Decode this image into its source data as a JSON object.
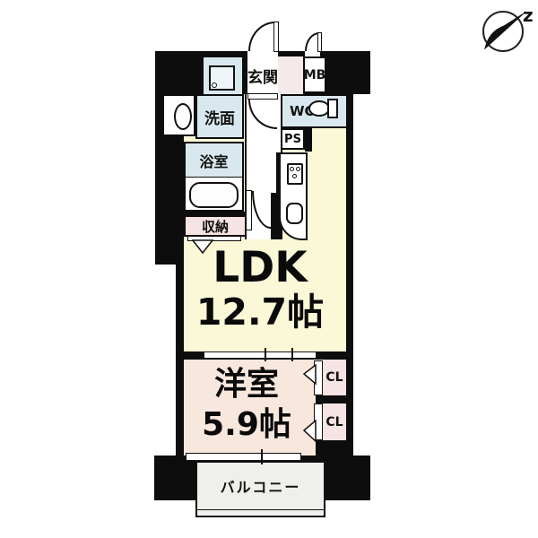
{
  "compass": {
    "direction_letter": "z"
  },
  "rooms": {
    "entrance": "玄関",
    "meter_box": "MB",
    "washroom": "洗面",
    "toilet": "WC",
    "pipe_space": "PS",
    "bathroom": "浴室",
    "storage": "収納",
    "ldk": {
      "name": "LDK",
      "area": "12.7帖"
    },
    "western_room": {
      "name": "洋室",
      "area": "5.9帖"
    },
    "closet_upper": "CL",
    "closet_lower": "CL",
    "balcony": "バルコニー"
  },
  "colors": {
    "wall": "#0d0d0d",
    "wet_area": "#d9e8ee",
    "ldk_floor": "#fbf8d8",
    "bedroom_floor": "#f8e7dd",
    "closet_floor": "#f6e3e3",
    "entry_floor": "#f5e9ea",
    "balcony_floor": "#efefec",
    "pan_fill": "#eef5f8"
  }
}
